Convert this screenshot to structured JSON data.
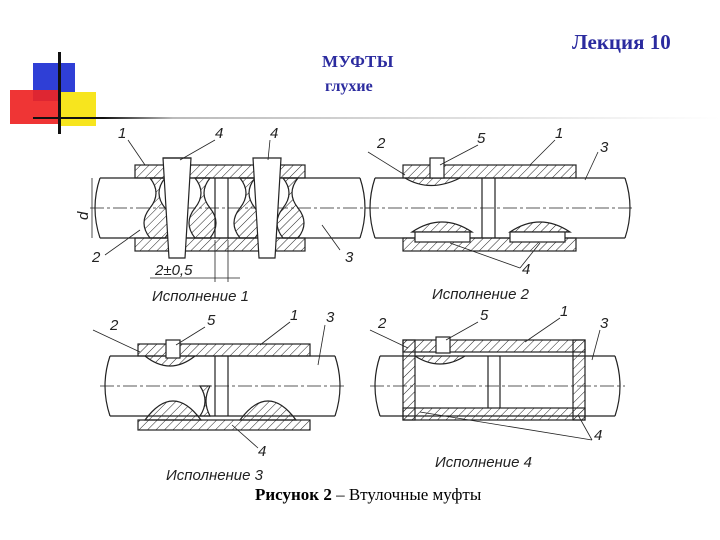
{
  "header": {
    "lecture": "Лекция 10",
    "title": "МУФТЫ",
    "subtitle": "глухие"
  },
  "caption": {
    "bold": "Рисунок 2",
    "rest": " – Втулочные муфты"
  },
  "figure": {
    "variant1": {
      "label": "Исполнение 1",
      "dimension_d": "d",
      "dimension_gap": "2±0,5",
      "parts": [
        "1",
        "4",
        "4",
        "2",
        "3"
      ]
    },
    "variant2": {
      "label": "Исполнение 2",
      "parts": [
        "2",
        "5",
        "1",
        "3",
        "4"
      ]
    },
    "variant3": {
      "label": "Исполнение 3",
      "parts": [
        "2",
        "5",
        "1",
        "3",
        "4"
      ]
    },
    "variant4": {
      "label": "Исполнение 4",
      "parts": [
        "2",
        "5",
        "1",
        "3",
        "4"
      ]
    }
  },
  "colors": {
    "title": "#2b2b9f",
    "deco_blue": "#2f3fd6",
    "deco_yellow": "#f7e51e",
    "deco_red": "#ee2424"
  }
}
